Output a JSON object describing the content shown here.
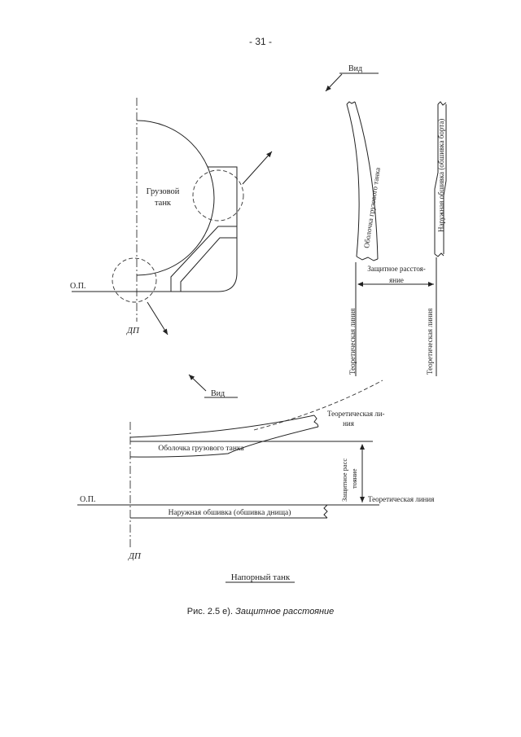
{
  "page_number": "- 31 -",
  "labels": {
    "vid": "Вид",
    "cargo_tank_1": "Грузовой",
    "cargo_tank_2": "танк",
    "op": "О.П.",
    "dp": "ДП",
    "cargo_shell": "Оболочка грузового танка",
    "outer_shell_side": "Наружная обшивка (обшивка борта)",
    "protective_distance_1": "Защитное расстоя-",
    "protective_distance_2": "яние",
    "theoretical_line": "Теоретическая линия",
    "theoretical_line_1": "Теоретическая ли-",
    "theoretical_line_2": "ния",
    "cargo_shell_bottom": "Оболочка грузового танка",
    "protective_distance_v1": "Защитное расс",
    "protective_distance_v2": "тояние",
    "outer_shell_bottom": "Наружная обшивка (обшивка днища)"
  },
  "pressure_tank": "Напорный танк",
  "caption": {
    "prefix": "Рис. 2.5 е).",
    "text": "Защитное расстояние"
  }
}
